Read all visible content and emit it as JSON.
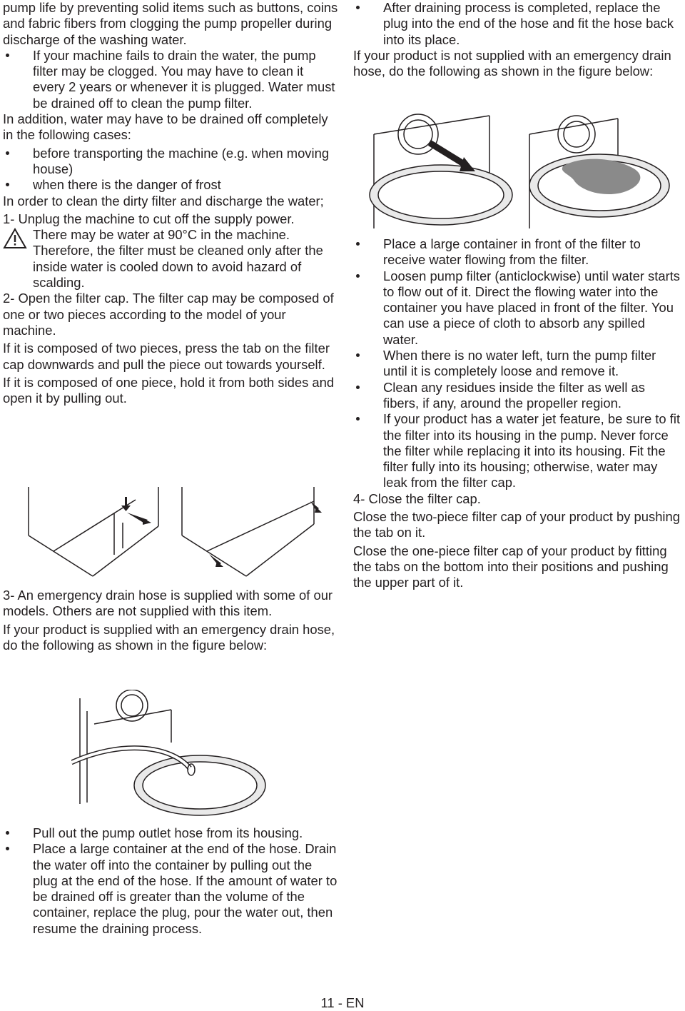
{
  "left": {
    "p1": "pump life by preventing solid items such as buttons, coins and fabric fibers from clogging the pump propeller during discharge of the washing water.",
    "b1": "If your machine fails to drain the water, the pump filter may be clogged. You may have to clean it every 2 years or whenever it is plugged. Water must be drained off to clean the pump filter.",
    "p2": "In addition, water may have to be drained off completely in the following cases:",
    "b2": "before transporting the machine (e.g. when moving house)",
    "b3": "when there is the danger of frost",
    "p3": "In order to clean the dirty filter and discharge the water;",
    "p4": "1- Unplug the machine to cut off the supply power.",
    "warning": "There may be water at 90°C in the machine. Therefore, the filter must be cleaned only after the inside water is cooled down to avoid hazard of scalding.",
    "p5": "2- Open the filter cap. The filter cap may be composed of one or two pieces according to the model of your machine.",
    "p6": "If it is composed of two pieces, press the tab on the filter cap downwards and pull the piece out towards yourself.",
    "p7": "If it is composed of one piece, hold it from both sides and open it by pulling out.",
    "p8": "3- An emergency drain hose is supplied with some of our models. Others are not supplied with this item.",
    "p9": "If your product is supplied with an emergency drain hose, do the following as shown in the figure below:",
    "b4": "Pull out the pump outlet hose from its housing.",
    "b5": "Place a large container at the end of the hose. Drain the water off into the container by pulling out the plug at the end of the hose. If the amount of water to be drained off is greater than the volume of the container, replace the plug, pour the water out, then resume the draining process."
  },
  "right": {
    "b1": "After draining process is completed, replace the plug into the end of the hose and fit the hose back into its place.",
    "p1": "If your product is not supplied with an emergency drain hose, do the following as shown in the figure below:",
    "b2": "Place a large container in front of the filter to receive water flowing from the filter.",
    "b3": "Loosen pump filter (anticlockwise) until water starts to flow out of it. Direct the flowing water into the container you have placed in front of the filter. You can use a piece of cloth to absorb any spilled water.",
    "b4": "When there is no water left, turn the pump filter until it is completely loose and remove it.",
    "b5": "Clean any residues inside the filter as well as fibers, if any, around the propeller region.",
    "b6": "If your product has a water jet feature, be sure to fit the filter into its housing in the pump. Never force the filter while replacing it into its housing. Fit the filter fully into its housing; otherwise, water may leak from the filter cap.",
    "p2": "4- Close the filter cap.",
    "p3": "Close the two-piece filter cap of your product by pushing the tab on it.",
    "p4": "Close the one-piece filter cap of your product by fitting the tabs on the bottom into their positions and pushing the upper part of it."
  },
  "footer": {
    "page_number": "11 - EN"
  }
}
